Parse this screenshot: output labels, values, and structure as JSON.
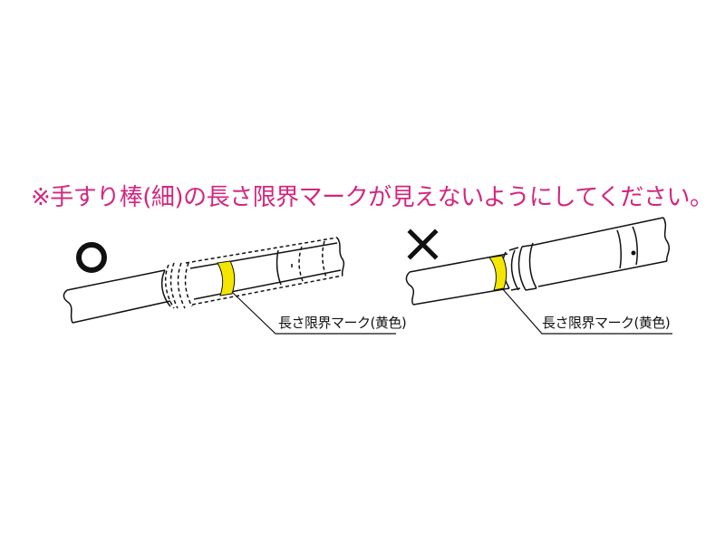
{
  "heading": {
    "text": "※手すり棒(細)の長さ限界マークが見えないようにしてください。",
    "color": "#d4267e"
  },
  "panels": [
    {
      "verdict_symbol": "○",
      "verdict_meaning": "correct",
      "label": "長さ限界マーク(黄色)",
      "mark_color": "#f5e600",
      "state": "mark hidden inside outer sleeve (dashed)"
    },
    {
      "verdict_symbol": "×",
      "verdict_meaning": "incorrect",
      "label": "長さ限界マーク(黄色)",
      "mark_color": "#f5e600",
      "state": "mark visible outside joint"
    }
  ],
  "colors": {
    "line": "#111111",
    "mark": "#f5e600",
    "heading": "#d4267e"
  }
}
